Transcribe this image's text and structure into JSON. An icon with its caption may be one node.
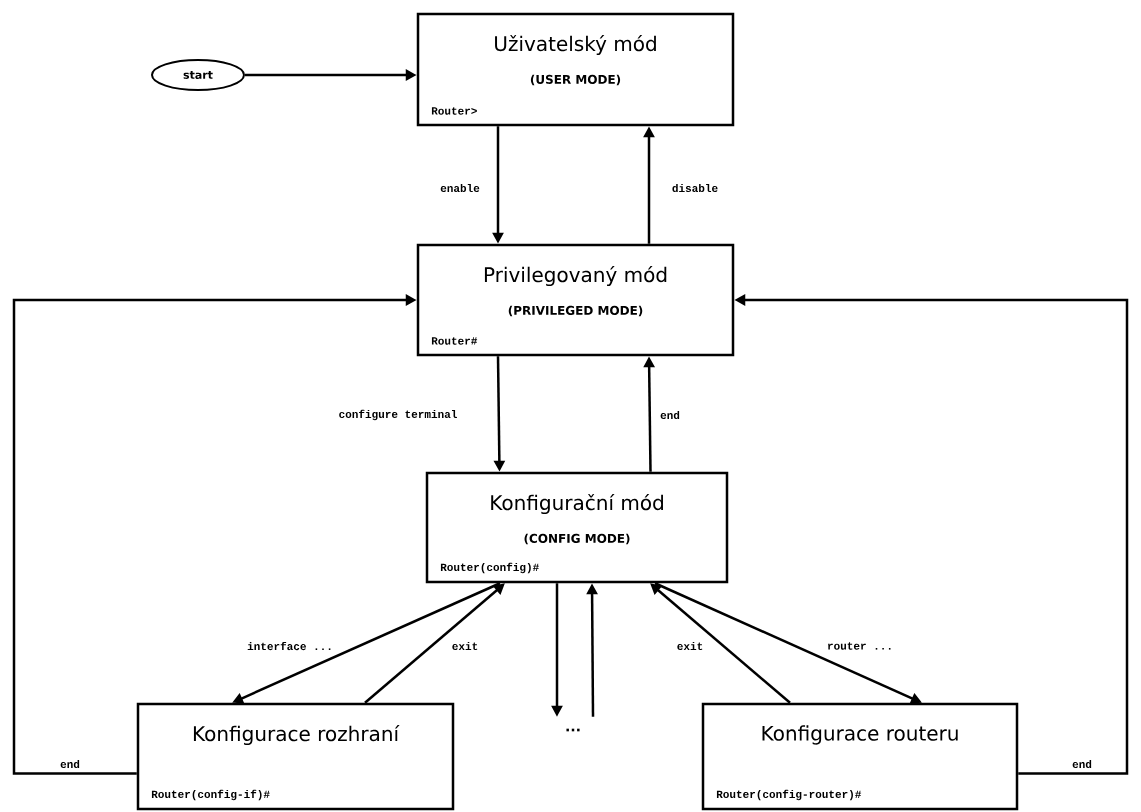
{
  "diagram": {
    "nodes": [
      {
        "text": [
          "start"
        ]
      },
      {
        "text": [
          "Uživatelský mód",
          "(USER MODE)",
          "Router>"
        ]
      },
      {
        "text": [
          "Privilegovaný mód",
          "(PRIVILEGED MODE)",
          "Router#"
        ]
      },
      {
        "text": [
          "Konfigurační mód",
          "(CONFIG MODE)",
          "Router(config)#"
        ]
      },
      {
        "text": [
          "Konfigurace rozhraní",
          "Router(config-if)#"
        ]
      },
      {
        "text": [
          "..."
        ]
      },
      {
        "text": [
          "Konfigurace routeru",
          "Router(config-router)#"
        ]
      }
    ],
    "edges": [
      {
        "from": 0,
        "to": 1,
        "arrow": "to"
      },
      {
        "from": 1,
        "to": 2,
        "arrow": "to",
        "label": "enable"
      },
      {
        "from": 2,
        "to": 1,
        "arrow": "to",
        "label": "disable"
      },
      {
        "from": 2,
        "to": 3,
        "arrow": "to",
        "label": "configure terminal"
      },
      {
        "from": 3,
        "to": 2,
        "arrow": "to",
        "label": "end"
      },
      {
        "from": 3,
        "to": 4,
        "arrow": "to",
        "label": "interface ..."
      },
      {
        "from": 4,
        "to": 3,
        "arrow": "to",
        "label": "exit"
      },
      {
        "from": 3,
        "to": 5,
        "arrow": "to"
      },
      {
        "from": 5,
        "to": 3,
        "arrow": "to"
      },
      {
        "from": 6,
        "to": 3,
        "arrow": "to",
        "label": "exit"
      },
      {
        "from": 3,
        "to": 6,
        "arrow": "to",
        "label": "router ..."
      },
      {
        "from": 4,
        "to": 2,
        "arrow": "to",
        "label": "end"
      },
      {
        "from": 6,
        "to": 2,
        "arrow": "to",
        "label": "end"
      }
    ]
  }
}
